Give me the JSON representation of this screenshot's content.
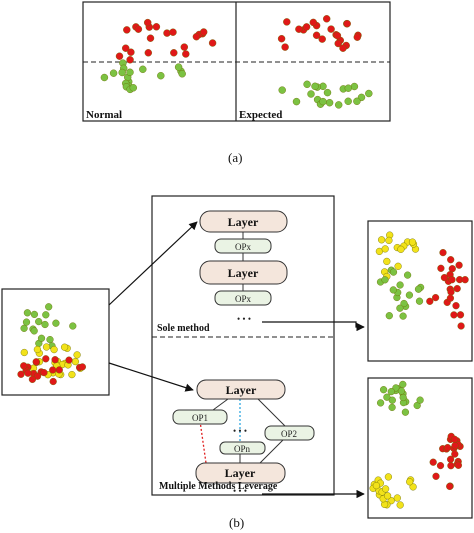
{
  "colors": {
    "red": "#e01818",
    "green": "#7cc242",
    "yellow": "#f2e21a",
    "layer_fill": "#f4e6dc",
    "op_fill": "#eaf3e4",
    "red_dotted": "#e02020",
    "blue_dotted": "#30a8e0"
  },
  "panel_a": {
    "normal_label": "Normal",
    "expected_label": "Expected",
    "caption": "(a)"
  },
  "panel_b": {
    "caption": "(b)",
    "sole": {
      "layer1": "Layer",
      "op1": "OPx",
      "layer2": "Layer",
      "op2": "OPx",
      "ellipsis": "• • •",
      "label": "Sole method"
    },
    "multi": {
      "layer_top": "Layer",
      "op_1": "OP1",
      "op_n": "OPn",
      "op_2": "OP2",
      "dots_mid": "• • •",
      "layer_bottom": "Layer",
      "ellipsis": "• • •",
      "label": "Multiple Methods Leverage"
    }
  }
}
